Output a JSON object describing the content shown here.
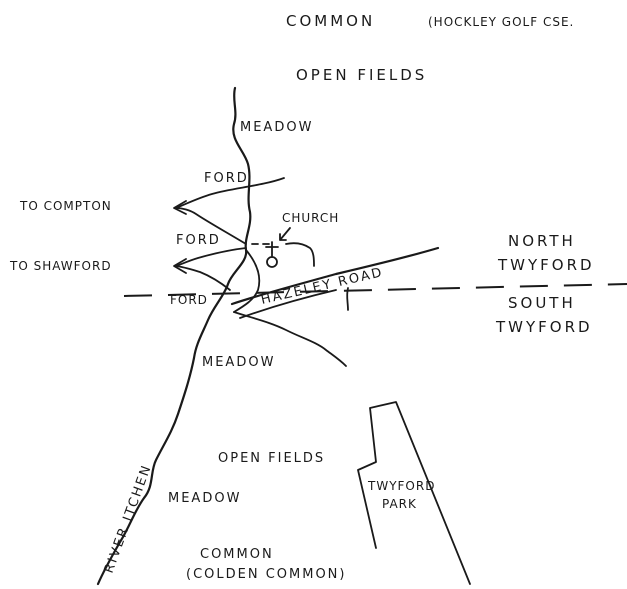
{
  "labels": {
    "common_north": "COMMON",
    "hockley": "(HOCKLEY GOLF CSE.",
    "open_fields_north": "OPEN FIELDS",
    "meadow_north": "MEADOW",
    "ford_upper": "FORD",
    "to_compton": "TO COMPTON",
    "church": "CHURCH",
    "ford_middle": "FORD",
    "to_shawford": "TO SHAWFORD",
    "north": "NORTH",
    "twyford_north": "TWYFORD",
    "ford_lower": "FORD",
    "hazeley_road": "HAZELEY ROAD",
    "south": "SOUTH",
    "twyford_south": "TWYFORD",
    "meadow_middle": "MEADOW",
    "river_itchen": "RIVER ITCHEN",
    "open_fields_south": "OPEN FIELDS",
    "twyford": "TWYFORD",
    "park": "PARK",
    "meadow_south": "MEADOW",
    "common_south": "COMMON",
    "colden_common": "(COLDEN COMMON)"
  },
  "colors": {
    "ink": "#1a1a1a",
    "paper": "#ffffff"
  }
}
